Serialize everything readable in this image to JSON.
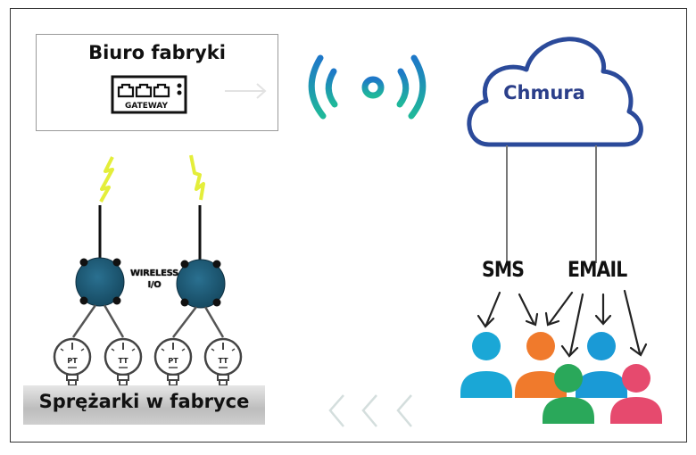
{
  "office": {
    "title": "Biuro fabryki",
    "gateway_label": "GATEWAY",
    "icon": "gateway-icon"
  },
  "wireless_signal": {
    "icon": "wireless-signal-icon",
    "colors": [
      "#1e88c8",
      "#1fb89a"
    ]
  },
  "cloud": {
    "label": "Chmura",
    "icon": "cloud-icon",
    "color": "#2b3f8a"
  },
  "wireless_io": {
    "label_line1": "WIRELESS",
    "label_line2": "I/O",
    "module_color": "#1f5f7a",
    "antenna_signal_color": "#e4ee3a"
  },
  "sensors": [
    {
      "label": "PT"
    },
    {
      "label": "TT"
    },
    {
      "label": "PT"
    },
    {
      "label": "TT"
    }
  ],
  "factory": {
    "label": "Sprężarki w fabryce"
  },
  "channels": {
    "sms": "SMS",
    "email": "EMAIL"
  },
  "recipients": [
    {
      "color": "#1aa7d6"
    },
    {
      "color": "#f07a2c"
    },
    {
      "color": "#2aa85a"
    },
    {
      "color": "#1a9ad6"
    },
    {
      "color": "#e64a6e"
    }
  ],
  "flow_direction_icon": "chevrons-left-icon"
}
